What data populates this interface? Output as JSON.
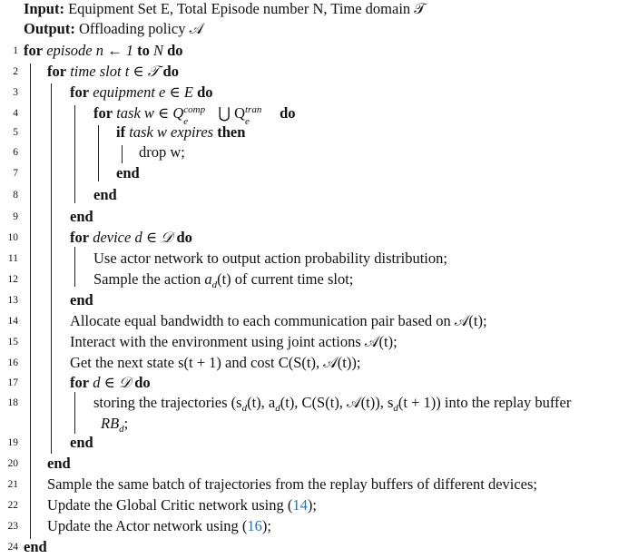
{
  "header": {
    "input_label": "Input:",
    "input_text": "Equipment Set E, Total Episode number N, Time domain 𝒯",
    "output_label": "Output:",
    "output_text": "Offloading policy 𝒜"
  },
  "lines": [
    {
      "n": "1",
      "kw1": "for",
      "t1": "episode n ← 1",
      "kw2": "to",
      "t2": "N",
      "kw3": "do"
    },
    {
      "n": "2",
      "kw1": "for",
      "t1": "time slot t ∈ 𝒯",
      "kw3": "do"
    },
    {
      "n": "3",
      "kw1": "for",
      "t1": "equipment e ∈ E",
      "kw3": "do"
    },
    {
      "n": "4",
      "kw1": "for",
      "t1": "task w ∈ Q",
      "sup1": "comp",
      "sub1": "e",
      "union": " ⋃ Q",
      "sup2": "tran",
      "sub2": "e",
      "kw3": "do"
    },
    {
      "n": "5",
      "kw1": "if",
      "t1": "task w expires",
      "kw3": "then"
    },
    {
      "n": "6",
      "t1": "drop w;"
    },
    {
      "n": "7",
      "kw1": "end"
    },
    {
      "n": "8",
      "kw1": "end"
    },
    {
      "n": "9",
      "kw1": "end"
    },
    {
      "n": "10",
      "kw1": "for",
      "t1": "device d ∈ 𝒟",
      "kw3": "do"
    },
    {
      "n": "11",
      "t1": "Use actor network to output action probability distribution;"
    },
    {
      "n": "12",
      "t1a": "Sample the action ",
      "math": "a",
      "msub": "d",
      "t1b": "(t) of current time slot;"
    },
    {
      "n": "13",
      "kw1": "end"
    },
    {
      "n": "14",
      "t1": "Allocate equal bandwidth to each communication pair based on 𝒜(t);"
    },
    {
      "n": "15",
      "t1": "Interact with the environment using joint actions 𝒜(t);"
    },
    {
      "n": "16",
      "t1": "Get the next state s(t + 1) and cost C(S(t), 𝒜(t));"
    },
    {
      "n": "17",
      "kw1": "for",
      "t1": "d ∈ 𝒟",
      "kw3": "do"
    },
    {
      "n": "18",
      "t1": "storing the trajectories (s",
      "s1": "d",
      "t2": "(t), a",
      "s2": "d",
      "t3": "(t), C(S(t), 𝒜(t)), s",
      "s3": "d",
      "t4": "(t + 1)) into the replay buffer"
    },
    {
      "n": "",
      "t1": "RB",
      "s1": "d",
      "t2": ";"
    },
    {
      "n": "19",
      "kw1": "end"
    },
    {
      "n": "20",
      "kw1": "end"
    },
    {
      "n": "21",
      "t1": "Sample the same batch of trajectories from the replay buffers of different devices;"
    },
    {
      "n": "22",
      "t1": "Update the Global Critic network using (",
      "ref": "14",
      "t2": ");"
    },
    {
      "n": "23",
      "t1": "Update the Actor network using (",
      "ref": "16",
      "t2": ");"
    },
    {
      "n": "24",
      "kw1": "end"
    }
  ]
}
